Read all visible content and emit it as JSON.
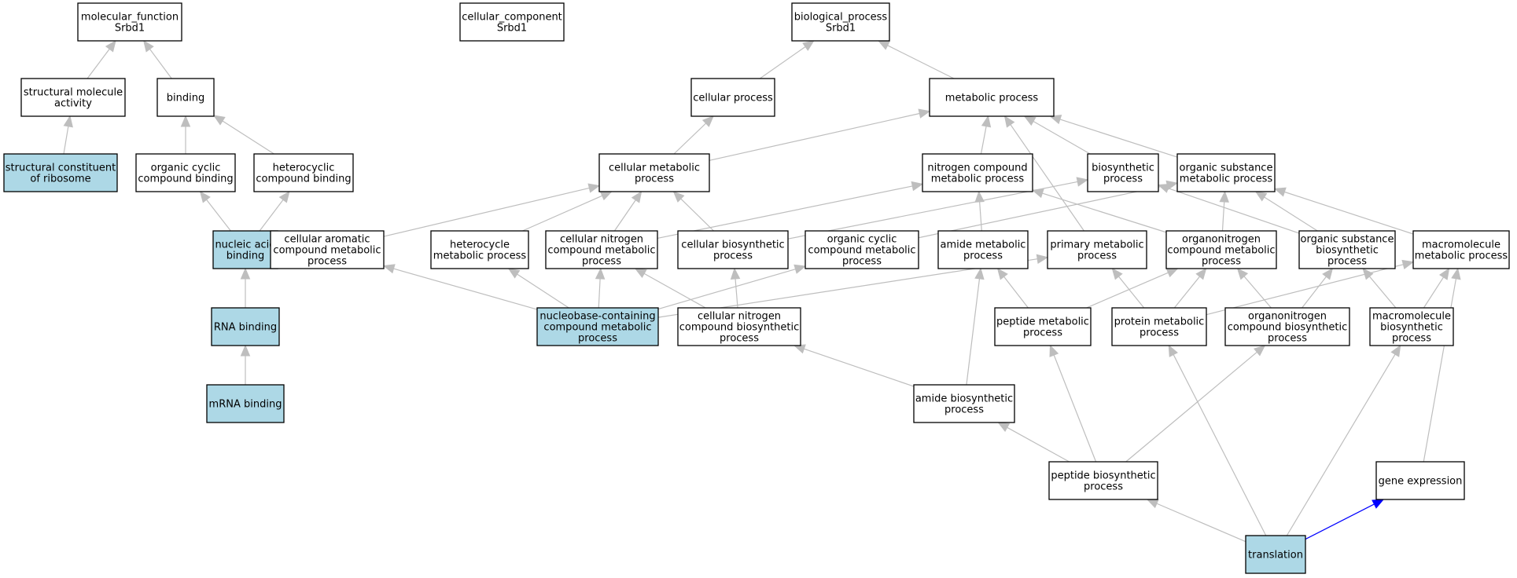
{
  "colors": {
    "highlight_fill": "#add8e6",
    "plain_fill": "#ffffff",
    "edge": "#bebebe",
    "highlight_edge": "#0000ff"
  },
  "nodes": [
    {
      "id": "mf",
      "lines": [
        "molecular_function",
        "Srbd1"
      ],
      "hl": false
    },
    {
      "id": "cc",
      "lines": [
        "cellular_component",
        "Srbd1"
      ],
      "hl": false
    },
    {
      "id": "bp",
      "lines": [
        "biological_process",
        "Srbd1"
      ],
      "hl": false
    },
    {
      "id": "sma",
      "lines": [
        "structural molecule",
        "activity"
      ],
      "hl": false
    },
    {
      "id": "binding",
      "lines": [
        "binding"
      ],
      "hl": false
    },
    {
      "id": "scr",
      "lines": [
        "structural constituent",
        "of ribosome"
      ],
      "hl": true
    },
    {
      "id": "occb",
      "lines": [
        "organic cyclic",
        "compound binding"
      ],
      "hl": false
    },
    {
      "id": "hcb",
      "lines": [
        "heterocyclic",
        "compound binding"
      ],
      "hl": false
    },
    {
      "id": "nab",
      "lines": [
        "nucleic acid",
        "binding"
      ],
      "hl": true
    },
    {
      "id": "rnab",
      "lines": [
        "RNA binding"
      ],
      "hl": true
    },
    {
      "id": "mrnab",
      "lines": [
        "mRNA binding"
      ],
      "hl": true
    },
    {
      "id": "cp",
      "lines": [
        "cellular process"
      ],
      "hl": false
    },
    {
      "id": "mp",
      "lines": [
        "metabolic process"
      ],
      "hl": false
    },
    {
      "id": "cmp",
      "lines": [
        "cellular metabolic",
        "process"
      ],
      "hl": false
    },
    {
      "id": "ncmp",
      "lines": [
        "nitrogen compound",
        "metabolic process"
      ],
      "hl": false
    },
    {
      "id": "biop",
      "lines": [
        "biosynthetic",
        "process"
      ],
      "hl": false
    },
    {
      "id": "osmp",
      "lines": [
        "organic substance",
        "metabolic process"
      ],
      "hl": false
    },
    {
      "id": "cacmp",
      "lines": [
        "cellular aromatic",
        "compound metabolic",
        "process"
      ],
      "hl": false
    },
    {
      "id": "hmp",
      "lines": [
        "heterocycle",
        "metabolic process"
      ],
      "hl": false
    },
    {
      "id": "cncmp",
      "lines": [
        "cellular nitrogen",
        "compound metabolic",
        "process"
      ],
      "hl": false
    },
    {
      "id": "cbp",
      "lines": [
        "cellular biosynthetic",
        "process"
      ],
      "hl": false
    },
    {
      "id": "occmp",
      "lines": [
        "organic cyclic",
        "compound metabolic",
        "process"
      ],
      "hl": false
    },
    {
      "id": "amp",
      "lines": [
        "amide metabolic",
        "process"
      ],
      "hl": false
    },
    {
      "id": "pmp",
      "lines": [
        "primary metabolic",
        "process"
      ],
      "hl": false
    },
    {
      "id": "oncmp",
      "lines": [
        "organonitrogen",
        "compound metabolic",
        "process"
      ],
      "hl": false
    },
    {
      "id": "osbp",
      "lines": [
        "organic substance",
        "biosynthetic",
        "process"
      ],
      "hl": false
    },
    {
      "id": "mmp",
      "lines": [
        "macromolecule",
        "metabolic process"
      ],
      "hl": false
    },
    {
      "id": "nccmp",
      "lines": [
        "nucleobase-containing",
        "compound metabolic",
        "process"
      ],
      "hl": true
    },
    {
      "id": "cncbp",
      "lines": [
        "cellular nitrogen",
        "compound biosynthetic",
        "process"
      ],
      "hl": false
    },
    {
      "id": "pepmp",
      "lines": [
        "peptide metabolic",
        "process"
      ],
      "hl": false
    },
    {
      "id": "protmp",
      "lines": [
        "protein metabolic",
        "process"
      ],
      "hl": false
    },
    {
      "id": "oncbp",
      "lines": [
        "organonitrogen",
        "compound biosynthetic",
        "process"
      ],
      "hl": false
    },
    {
      "id": "mbp",
      "lines": [
        "macromolecule",
        "biosynthetic",
        "process"
      ],
      "hl": false
    },
    {
      "id": "abp",
      "lines": [
        "amide biosynthetic",
        "process"
      ],
      "hl": false
    },
    {
      "id": "pbp",
      "lines": [
        "peptide biosynthetic",
        "process"
      ],
      "hl": false
    },
    {
      "id": "ge",
      "lines": [
        "gene expression"
      ],
      "hl": false
    },
    {
      "id": "trans",
      "lines": [
        "translation"
      ],
      "hl": true
    }
  ],
  "edges": [
    [
      "sma",
      "mf"
    ],
    [
      "binding",
      "mf"
    ],
    [
      "scr",
      "sma"
    ],
    [
      "occb",
      "binding"
    ],
    [
      "hcb",
      "binding"
    ],
    [
      "nab",
      "occb"
    ],
    [
      "nab",
      "hcb"
    ],
    [
      "rnab",
      "nab"
    ],
    [
      "mrnab",
      "rnab"
    ],
    [
      "cp",
      "bp"
    ],
    [
      "mp",
      "bp"
    ],
    [
      "cmp",
      "cp"
    ],
    [
      "cmp",
      "mp"
    ],
    [
      "ncmp",
      "mp"
    ],
    [
      "biop",
      "mp"
    ],
    [
      "osmp",
      "mp"
    ],
    [
      "cacmp",
      "cmp"
    ],
    [
      "hmp",
      "cmp"
    ],
    [
      "cncmp",
      "cmp"
    ],
    [
      "cbp",
      "cmp"
    ],
    [
      "cncmp",
      "ncmp"
    ],
    [
      "cbp",
      "biop"
    ],
    [
      "occmp",
      "osmp"
    ],
    [
      "amp",
      "ncmp"
    ],
    [
      "pmp",
      "mp"
    ],
    [
      "oncmp",
      "ncmp"
    ],
    [
      "oncmp",
      "osmp"
    ],
    [
      "osbp",
      "biop"
    ],
    [
      "osbp",
      "osmp"
    ],
    [
      "mmp",
      "osmp"
    ],
    [
      "nccmp",
      "cacmp"
    ],
    [
      "nccmp",
      "hmp"
    ],
    [
      "nccmp",
      "cncmp"
    ],
    [
      "nccmp",
      "occmp"
    ],
    [
      "nccmp",
      "pmp"
    ],
    [
      "cncbp",
      "cncmp"
    ],
    [
      "cncbp",
      "cbp"
    ],
    [
      "pepmp",
      "amp"
    ],
    [
      "pepmp",
      "oncmp"
    ],
    [
      "protmp",
      "pmp"
    ],
    [
      "protmp",
      "oncmp"
    ],
    [
      "protmp",
      "mmp"
    ],
    [
      "oncbp",
      "oncmp"
    ],
    [
      "oncbp",
      "osbp"
    ],
    [
      "mbp",
      "osbp"
    ],
    [
      "mbp",
      "mmp"
    ],
    [
      "abp",
      "cncbp"
    ],
    [
      "abp",
      "amp"
    ],
    [
      "pbp",
      "abp"
    ],
    [
      "pbp",
      "pepmp"
    ],
    [
      "pbp",
      "oncbp"
    ],
    [
      "ge",
      "mmp"
    ],
    [
      "trans",
      "pbp"
    ],
    [
      "trans",
      "protmp"
    ],
    [
      "trans",
      "mbp"
    ],
    [
      "trans",
      "ge",
      "hl"
    ]
  ]
}
